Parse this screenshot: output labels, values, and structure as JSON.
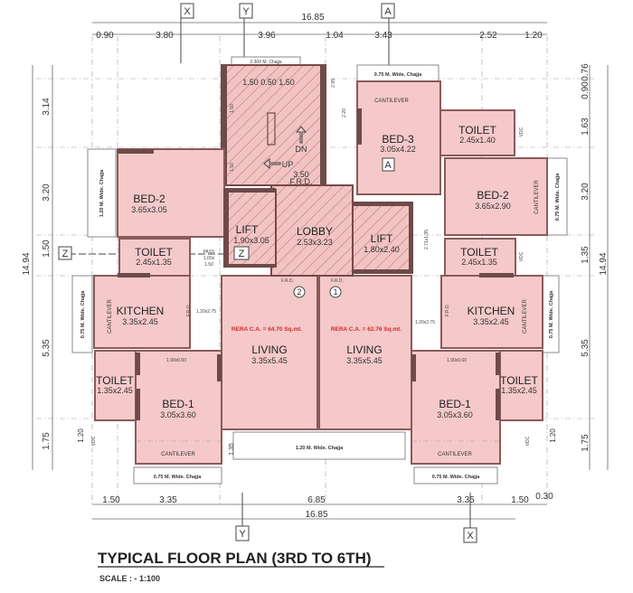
{
  "title": "TYPICAL FLOOR PLAN  (3RD TO 6TH)",
  "scale": "SCALE : - 1:100",
  "grid_markers": {
    "x": "X",
    "y": "Y",
    "a": "A",
    "z": "Z"
  },
  "dimensions": {
    "top_total": "16.85",
    "top": [
      "0.90",
      "3.80",
      "3.96",
      "1.04",
      "3.43",
      "2.52",
      "1.20"
    ],
    "bottom": [
      "1.50",
      "3.35",
      "6.85",
      "3.35",
      "1.50",
      "0.30"
    ],
    "bottom_total": "16.85",
    "left": [
      "3.14",
      "3.20",
      "1.50",
      "5.35",
      "1.75"
    ],
    "left_total": "14.94",
    "right": [
      "0.76",
      "0.90",
      "1.63",
      "3.20",
      "1.35",
      "5.35",
      "1.75"
    ],
    "right_total": "14.94",
    "inner_left_bottom": "1.20",
    "inner_right_bottom": "1.20",
    "center_bottom": "1.35"
  },
  "rooms": {
    "bed3": {
      "name": "BED-3",
      "size": "3.05x4.22"
    },
    "toilet_top_right": {
      "name": "TOILET",
      "size": "2.45x1.40"
    },
    "bed2_left": {
      "name": "BED-2",
      "size": "3.65x3.05"
    },
    "bed2_right": {
      "name": "BED-2",
      "size": "3.65x2.90"
    },
    "toilet_left": {
      "name": "TOILET",
      "size": "2.45x1.35"
    },
    "toilet_right": {
      "name": "TOILET",
      "size": "2.45x1.35"
    },
    "lift_left": {
      "name": "LIFT",
      "size": "1.90x3.05"
    },
    "lobby": {
      "name": "LOBBY",
      "size": "2.53x3.23"
    },
    "lift_right": {
      "name": "LIFT",
      "size": "1.80x2.40"
    },
    "kitchen_left": {
      "name": "KITCHEN",
      "size": "3.35x2.45"
    },
    "kitchen_right": {
      "name": "KITCHEN",
      "size": "3.35x2.45"
    },
    "living_left": {
      "name": "LIVING",
      "size": "3.35x5.45"
    },
    "living_right": {
      "name": "LIVING",
      "size": "3.35x5.45"
    },
    "toilet_lower_left": {
      "name": "TOILET",
      "size": "1.35x2.45"
    },
    "toilet_lower_right": {
      "name": "TOILET",
      "size": "1.35x2.45"
    },
    "bed1_left": {
      "name": "BED-1",
      "size": "3.05x3.60"
    },
    "bed1_right": {
      "name": "BED-1",
      "size": "3.05x3.60"
    }
  },
  "labels": {
    "cantilever": "CANTILEVER",
    "chajja_075": "0.75 M. Wide. Chajja",
    "chajja_120": "1.20 M. Wide. Chajja",
    "chajja_top_stair": "0.300 M. Chajja",
    "rera_left": "RERA C.A. = 64.70 Sq.mt.",
    "rera_right": "RERA C.A. = 62.76 Sq.mt.",
    "frd": "F.R.D.",
    "frd_1": "1",
    "frd_2": "2",
    "stair_dn": "DN",
    "stair_up": "UP",
    "stair_width": "3.50",
    "stair_dims": "1.50  0.50  1.50",
    "stair_side_top": "1.50",
    "stair_side_bottom": "1.50",
    "stair_height_1": "2.95",
    "stair_height_2": "2.20",
    "pass": "PASS",
    "pass_size": "1.00x",
    "pass_size2": "1.50",
    "opening_120x275": "1.20x2.75",
    "opening_090x060": "1.90x0.60",
    "lobby_passage": "2.71x1.35",
    "vdc": "VDC"
  },
  "colors": {
    "room_fill": "#f5c9c9",
    "wall": "#6e4a4a",
    "rera_text": "#d02a2a"
  }
}
